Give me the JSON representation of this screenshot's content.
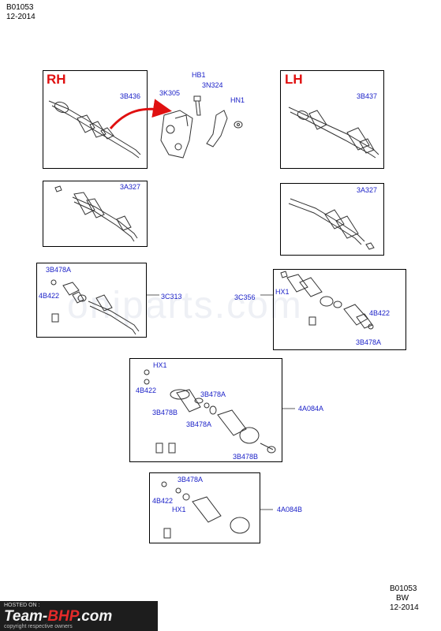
{
  "header": {
    "code": "B01053",
    "date": "12-2014"
  },
  "footer": {
    "code": "B01053",
    "market": "BW",
    "date": "12-2014"
  },
  "sides": {
    "rh": "RH",
    "lh": "LH"
  },
  "watermark": "oniparts.com",
  "hosting": {
    "hosted_on": "HOSTED ON :",
    "brand_a": "Team-",
    "brand_b": "BHP",
    "brand_c": ".com",
    "copyright": "copyright respective owners"
  },
  "labels": {
    "rh_shaft": "3B436",
    "bracket": "3K305",
    "bolt": "HB1",
    "strap": "3N324",
    "nut": "HN1",
    "lh_shaft": "3B437",
    "rh_shaft2": "3A327",
    "lh_shaft2": "3A327",
    "rh_joint_clamp": "3B478A",
    "rh_joint_ring": "4B422",
    "rh_joint_kit": "3C313",
    "lh_joint_kit": "3C356",
    "lh_joint_hx": "HX1",
    "lh_joint_ring": "4B422",
    "lh_joint_clamp": "3B478A",
    "boot_hx": "HX1",
    "boot_ring": "4B422",
    "boot_clampB": "3B478B",
    "boot_clampA1": "3B478A",
    "boot_clampA2": "3B478A",
    "boot_clampB2": "3B478B",
    "boot_kit": "4A084A",
    "boot2_clampA": "3B478A",
    "boot2_ring": "4B422",
    "boot2_hx": "HX1",
    "boot2_kit": "4A084B"
  },
  "colors": {
    "label_blue": "#1c22c8",
    "side_red": "#e01010",
    "arrow_red": "#e01010"
  }
}
